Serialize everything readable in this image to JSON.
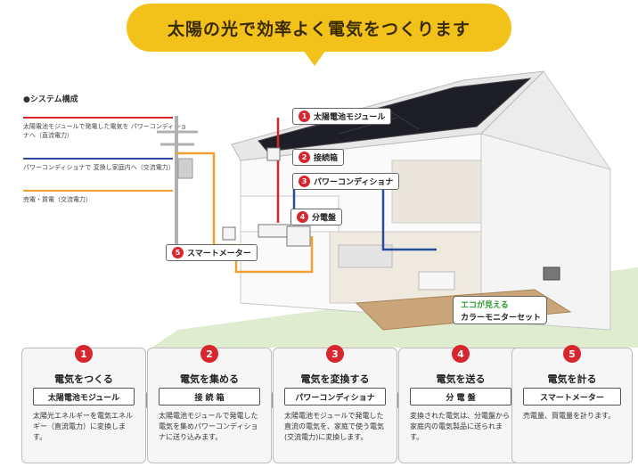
{
  "header": {
    "title": "太陽の光で効率よく電気をつくります"
  },
  "legend": {
    "title": "●システム構成",
    "items": [
      {
        "text": "太陽電池モジュールで発電した電気を パワーコンディショナへ（直流電力）",
        "color": "#d7262e"
      },
      {
        "text": "パワーコンディショナで 変換し家庭内へ（交流電力）",
        "color": "#2a4a9a"
      },
      {
        "text": "売電・買電（交流電力）",
        "color": "#f0a030"
      }
    ]
  },
  "callouts": [
    {
      "num": "1",
      "label": "太陽電池モジュール"
    },
    {
      "num": "2",
      "label": "接続箱"
    },
    {
      "num": "3",
      "label": "パワーコンディショナ"
    },
    {
      "num": "4",
      "label": "分電盤"
    },
    {
      "num": "5",
      "label": "スマートメーター"
    }
  ],
  "monitor": {
    "line1": "エコが見える",
    "line2": "カラーモニターセット"
  },
  "steps": [
    {
      "num": "1",
      "title": "電気をつくる",
      "label": "太陽電池モジュール",
      "desc": "太陽光エネルギーを電気エネルギー（直流電力）に変換します。"
    },
    {
      "num": "2",
      "title": "電気を集める",
      "label": "接 続 箱",
      "desc": "太陽電池モジュールで発電した電気を集めパワーコンディショナに送り込みます。"
    },
    {
      "num": "3",
      "title": "電気を変換する",
      "label": "パワーコンディショナ",
      "desc": "太陽電池モジュールで発電した直流の電気を、家庭で使う電気(交流電力)に変換します。"
    },
    {
      "num": "4",
      "title": "電気を送る",
      "label": "分 電 盤",
      "desc": "変換された電気は、分電盤から家庭内の電気製品に送られます。"
    },
    {
      "num": "5",
      "title": "電気を計る",
      "label": "スマートメーター",
      "desc": "売電量、買電量を計ります。"
    }
  ]
}
